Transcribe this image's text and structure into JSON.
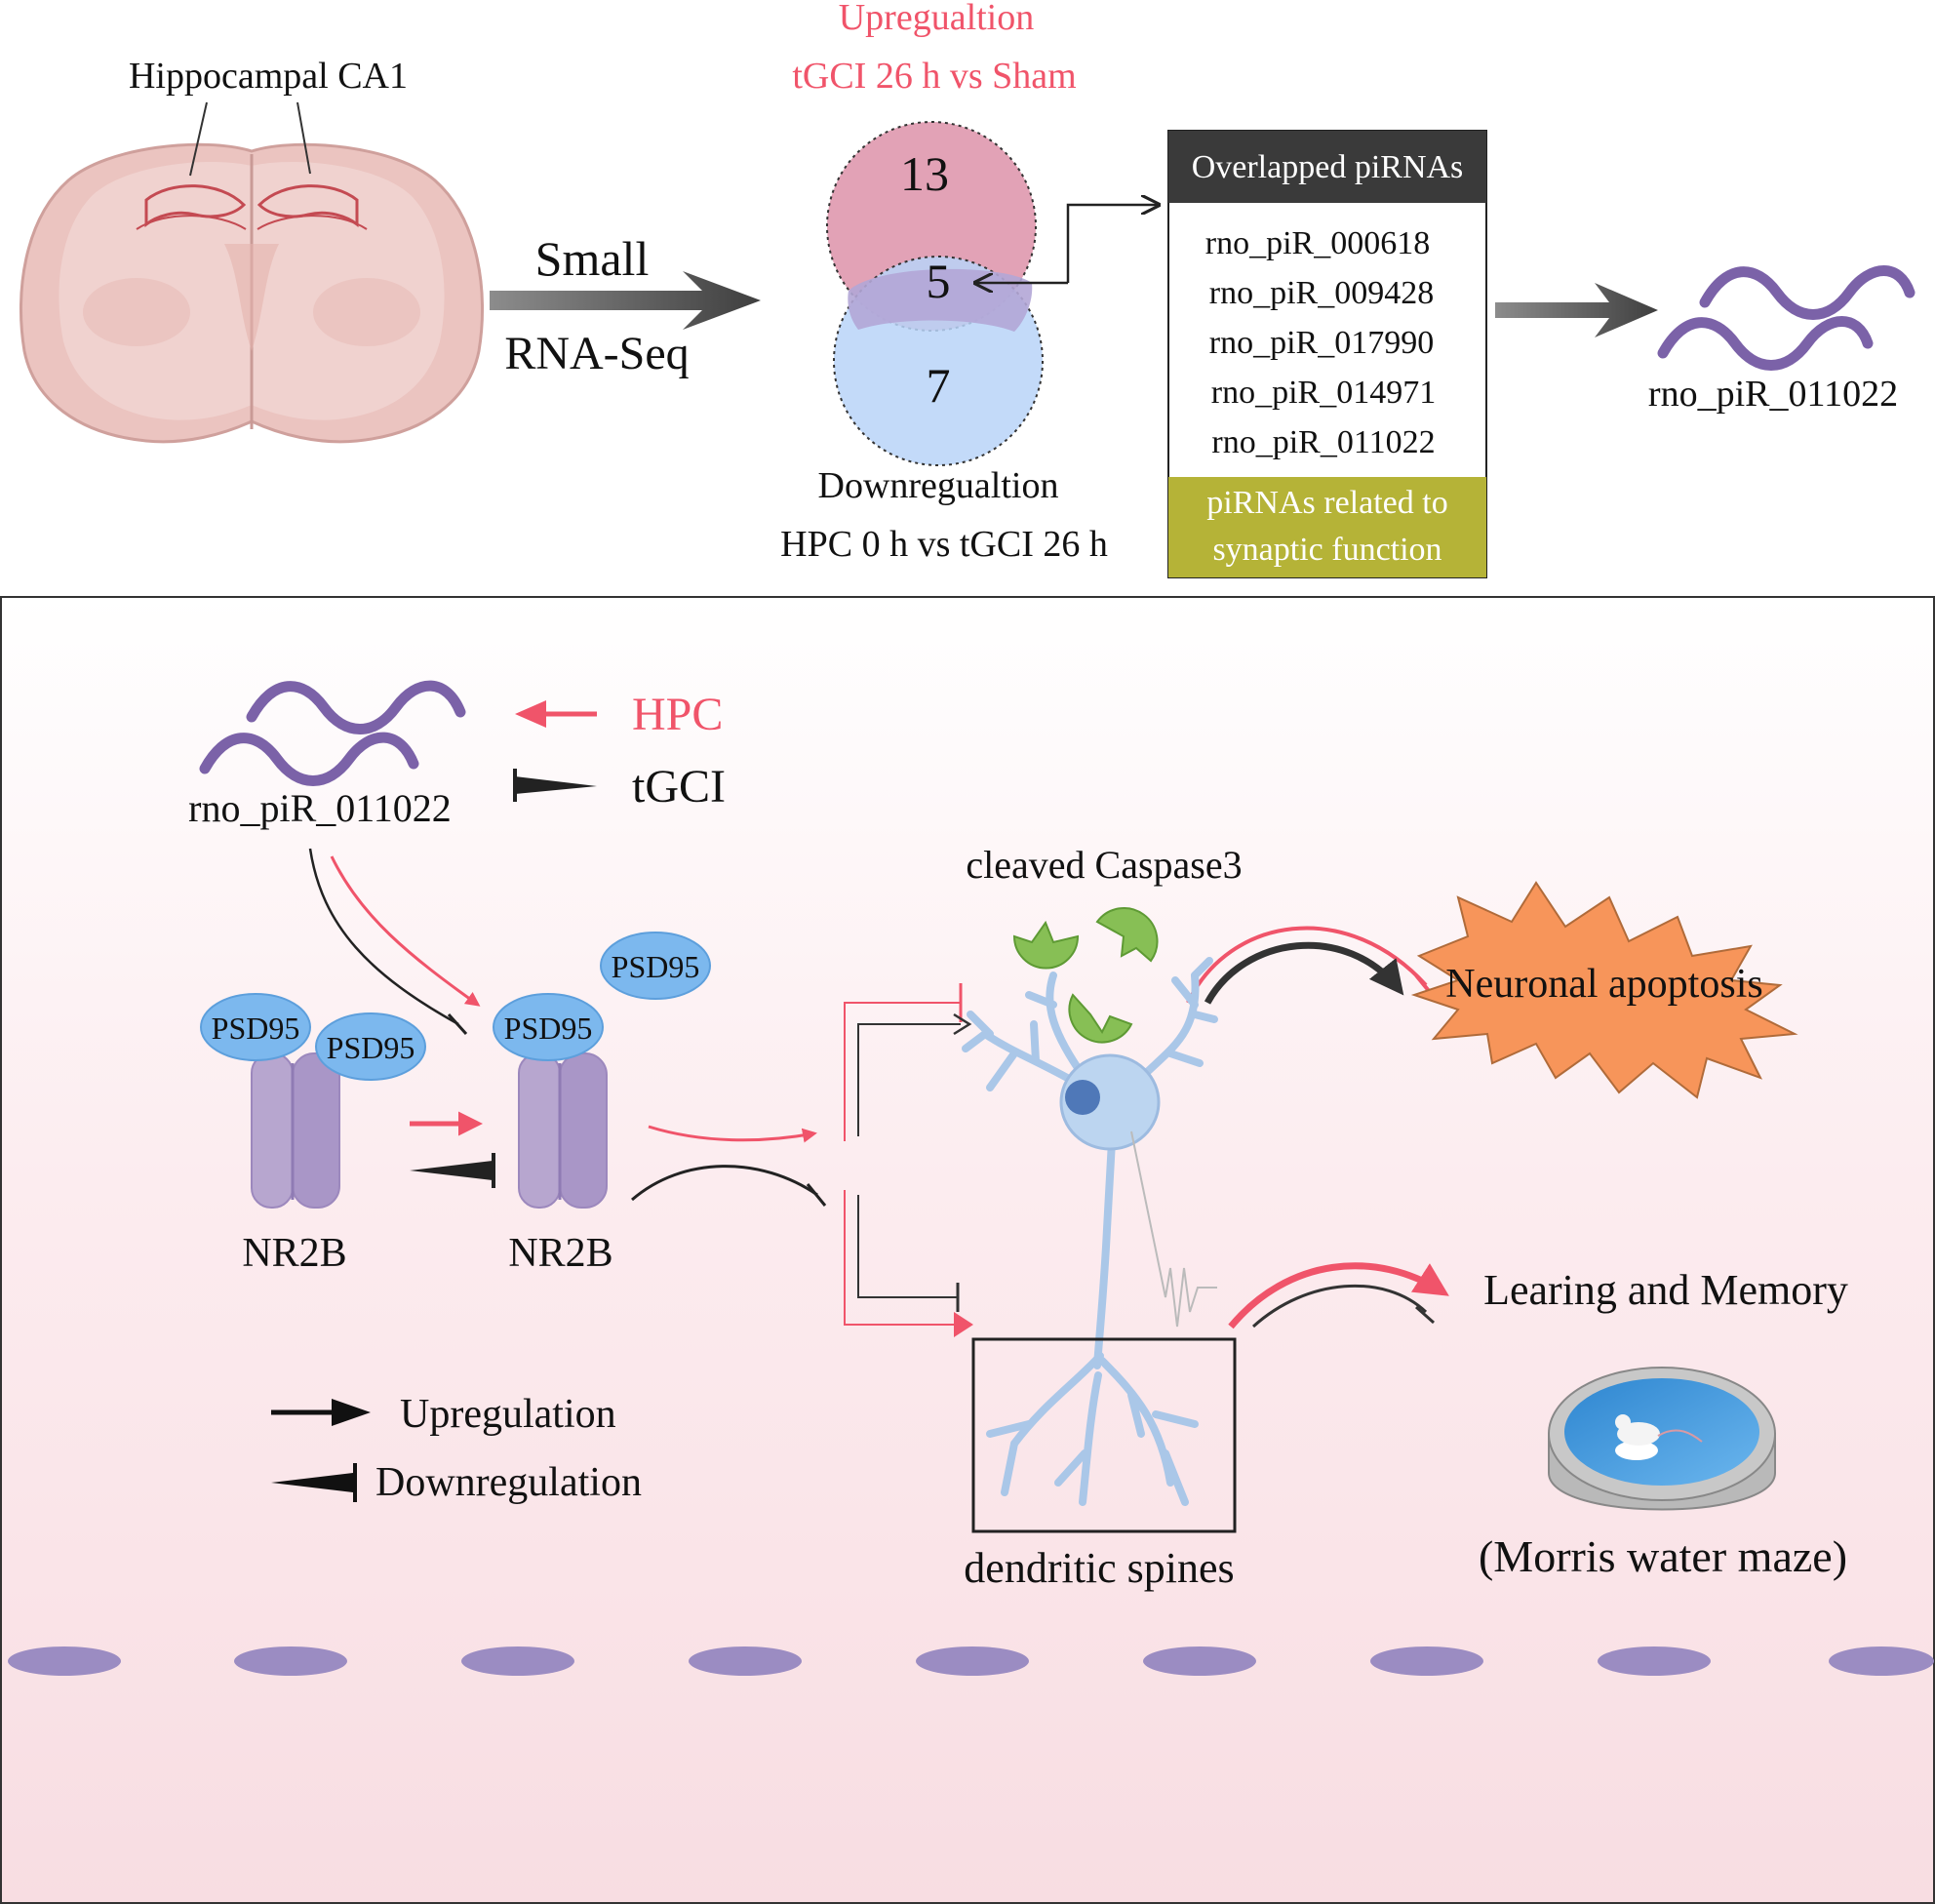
{
  "top": {
    "brain_label": "Hippocampal CA1",
    "seq_line1": "Small",
    "seq_line2": "RNA-Seq",
    "venn": {
      "up_title1": "Upregualtion",
      "up_title2": "tGCI 26 h vs Sham",
      "up_only": "13",
      "overlap": "5",
      "down_only": "7",
      "down_title1": "Downregualtion",
      "down_title2": "HPC 0 h vs tGCI 26 h"
    },
    "overlap_box": {
      "header": "Overlapped piRNAs",
      "items": [
        "rno_piR_000618",
        "rno_piR_009428",
        "rno_piR_017990",
        "rno_piR_014971",
        "rno_piR_011022"
      ],
      "footer1": "piRNAs related to",
      "footer2": "synaptic function"
    },
    "result_label": "rno_piR_011022"
  },
  "bottom": {
    "pirna_label": "rno_piR_011022",
    "hpc": "HPC",
    "tgci": "tGCI",
    "psd95": "PSD95",
    "nr2b": "NR2B",
    "caspase": "cleaved Caspase3",
    "apoptosis": "Neuronal apoptosis",
    "learning": "Learing and Memory",
    "spines": "dendritic spines",
    "maze": "(Morris water maze)",
    "legend_up": "Upregulation",
    "legend_down": "Downregulation"
  },
  "colors": {
    "red": "#f0546a",
    "purple": "#7b62a8",
    "venn_pink": "#e2a2b6",
    "venn_blue": "#b8d3f8",
    "olive": "#b5b337",
    "psd_blue": "#7cb8ee",
    "nr2b_purple": "#b7a6cf",
    "caspase_green": "#87bf55",
    "star_orange": "#f7955a",
    "bg_pink": "#fbe6ea"
  }
}
